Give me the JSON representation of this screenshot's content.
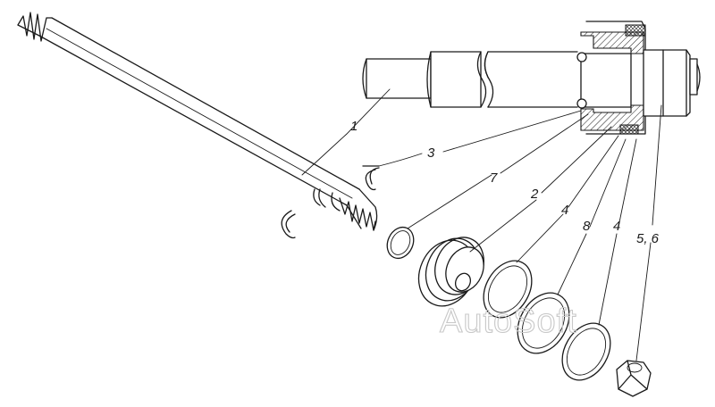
{
  "labels": {
    "l1": "1",
    "l3": "3",
    "l7": "7",
    "l2": "2",
    "l4a": "4",
    "l8": "8",
    "l4b": "4",
    "l56": "5, 6"
  },
  "watermark": "AutoSoft"
}
